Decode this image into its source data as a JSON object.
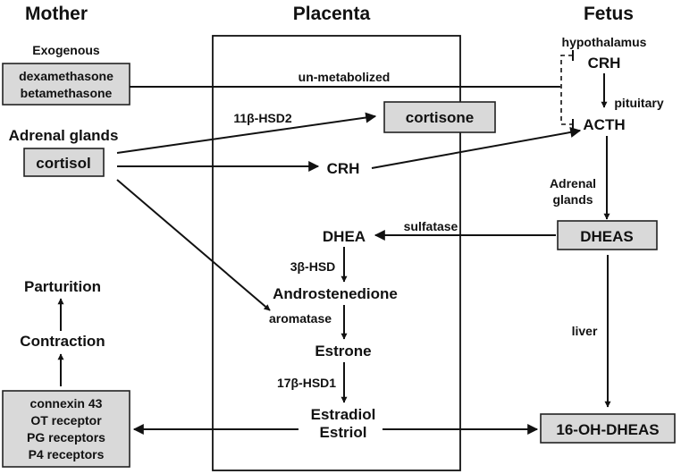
{
  "columns": {
    "mother": "Mother",
    "placenta": "Placenta",
    "fetus": "Fetus"
  },
  "mother": {
    "exogenous_label": "Exogenous",
    "exogenous_box": [
      "dexamethasone",
      "betamethasone"
    ],
    "adrenal_label": "Adrenal glands",
    "cortisol_box": "cortisol",
    "parturition": "Parturition",
    "contraction": "Contraction",
    "receptors_box": [
      "connexin 43",
      "OT receptor",
      "PG receptors",
      "P4 receptors"
    ]
  },
  "placenta": {
    "cortisone_box": "cortisone",
    "crh": "CRH",
    "dhea": "DHEA",
    "androstenedione": "Androstenedione",
    "estrone": "Estrone",
    "estradiol": "Estradiol",
    "estriol": "Estriol"
  },
  "fetus": {
    "hypothalamus": "hypothalamus",
    "crh": "CRH",
    "pituitary": "pituitary",
    "acth": "ACTH",
    "adrenal_glands": [
      "Adrenal",
      "glands"
    ],
    "dheas_box": "DHEAS",
    "liver": "liver",
    "ohdheas_box": "16-OH-DHEAS"
  },
  "edge_labels": {
    "unmetabolized": "un-metabolized",
    "hsd2": "11β-HSD2",
    "sulfatase": "sulfatase",
    "hsd3b": "3β-HSD",
    "aromatase": "aromatase",
    "hsd17b1": "17β-HSD1"
  }
}
